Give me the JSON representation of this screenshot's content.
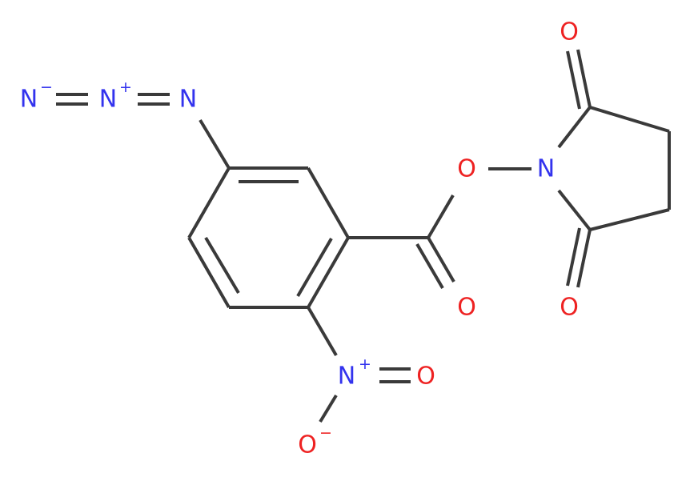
{
  "colors": {
    "bond": "#3a3a3a",
    "N": "#3333ee",
    "O": "#ee2222"
  },
  "atoms": {
    "azide_n_terminal": {
      "symbol": "N",
      "charge": "−"
    },
    "azide_n_central": {
      "symbol": "N",
      "charge": "+"
    },
    "azide_n_attached": {
      "symbol": "N",
      "charge": ""
    },
    "nitro_n": {
      "symbol": "N",
      "charge": "+"
    },
    "nitro_o_double": {
      "symbol": "O",
      "charge": ""
    },
    "nitro_o_single": {
      "symbol": "O",
      "charge": "−"
    },
    "carbonyl_o": {
      "symbol": "O",
      "charge": ""
    },
    "ester_o": {
      "symbol": "O",
      "charge": ""
    },
    "imide_n": {
      "symbol": "N",
      "charge": ""
    },
    "imide_o_top": {
      "symbol": "O",
      "charge": ""
    },
    "imide_o_bottom": {
      "symbol": "O",
      "charge": ""
    }
  }
}
